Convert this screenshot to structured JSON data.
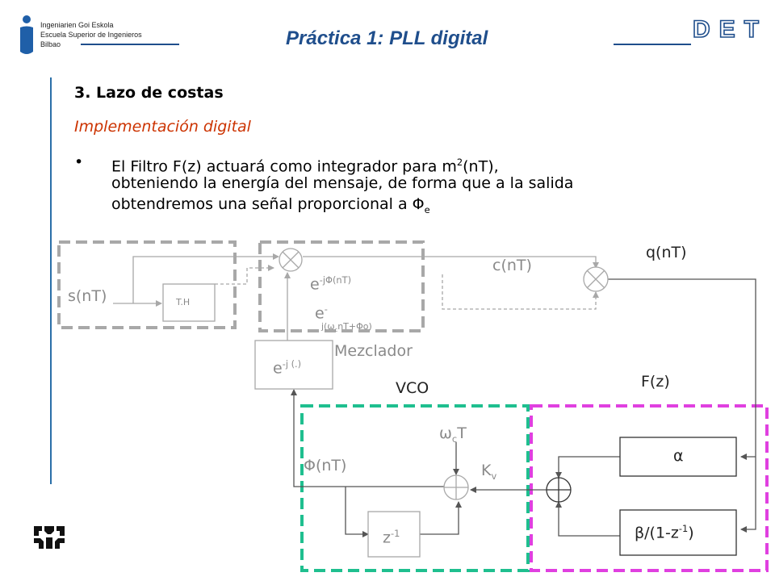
{
  "header": {
    "institution_line1": "Ingeniarien Goi Eskola",
    "institution_line2": "Escuela Superior de Ingenieros",
    "institution_line3": "Bilbao",
    "title": "Práctica 1: PLL digital",
    "dept_logo_text": "DET"
  },
  "content": {
    "section": "3. Lazo de costas",
    "subtitle": "Implementación digital",
    "bullet_marker": "•",
    "bullet_line1_a": "El Filtro F(z) actuará como integrador para m",
    "bullet_line1_sup": "2",
    "bullet_line1_b": "(nT),",
    "bullet_line2": "obteniendo la energía del mensaje, de forma que a la salida",
    "bullet_line3_a": "obtendremos una señal proporcional a Φ",
    "bullet_line3_sub": "e"
  },
  "diagram": {
    "s_label": "s(nT)",
    "th_label": "T.H",
    "c_label": "c(nT)",
    "q_label": "q(nT)",
    "exp1_base": "e",
    "exp1_sup": "-jΦ(nT)",
    "exp2_base": "e",
    "exp2_sup": "-",
    "exp2_tail": "j(ω",
    "exp2_tail_sub": "c",
    "exp2_tail_end": "nT+Φo)",
    "mezclador_label": "Mezclador",
    "ej_base": "e",
    "ej_sup": "-j (.)",
    "vco_label": "VCO",
    "fz_label": "F(z)",
    "wct_base": "ω",
    "wct_sub": "c",
    "wct_end": "T",
    "phi_label": "Φ(nT)",
    "kv_base": "K",
    "kv_sub": "v",
    "zinv_base": "z",
    "zinv_sup": "-1",
    "alpha_label": "α",
    "beta_a": "β/(1-z",
    "beta_sup": "-1",
    "beta_b": ")"
  },
  "colors": {
    "title_blue": "#1f4e8c",
    "subtitle_red": "#cc3300",
    "vco_green": "#1fbf8f",
    "filter_magenta": "#e040e0",
    "grey": "#a8a8a8"
  }
}
